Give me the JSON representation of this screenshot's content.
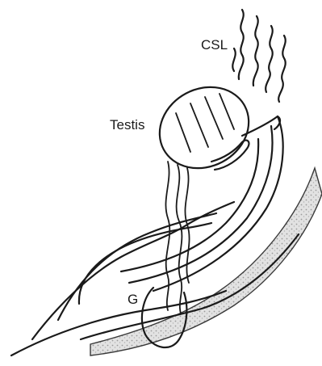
{
  "labels": {
    "csl": "CSL",
    "testis": "Testis",
    "g": "G"
  },
  "colors": {
    "ink": "#1a1a1a",
    "stipple_band": "#cfcfcf",
    "background": "#ffffff"
  }
}
